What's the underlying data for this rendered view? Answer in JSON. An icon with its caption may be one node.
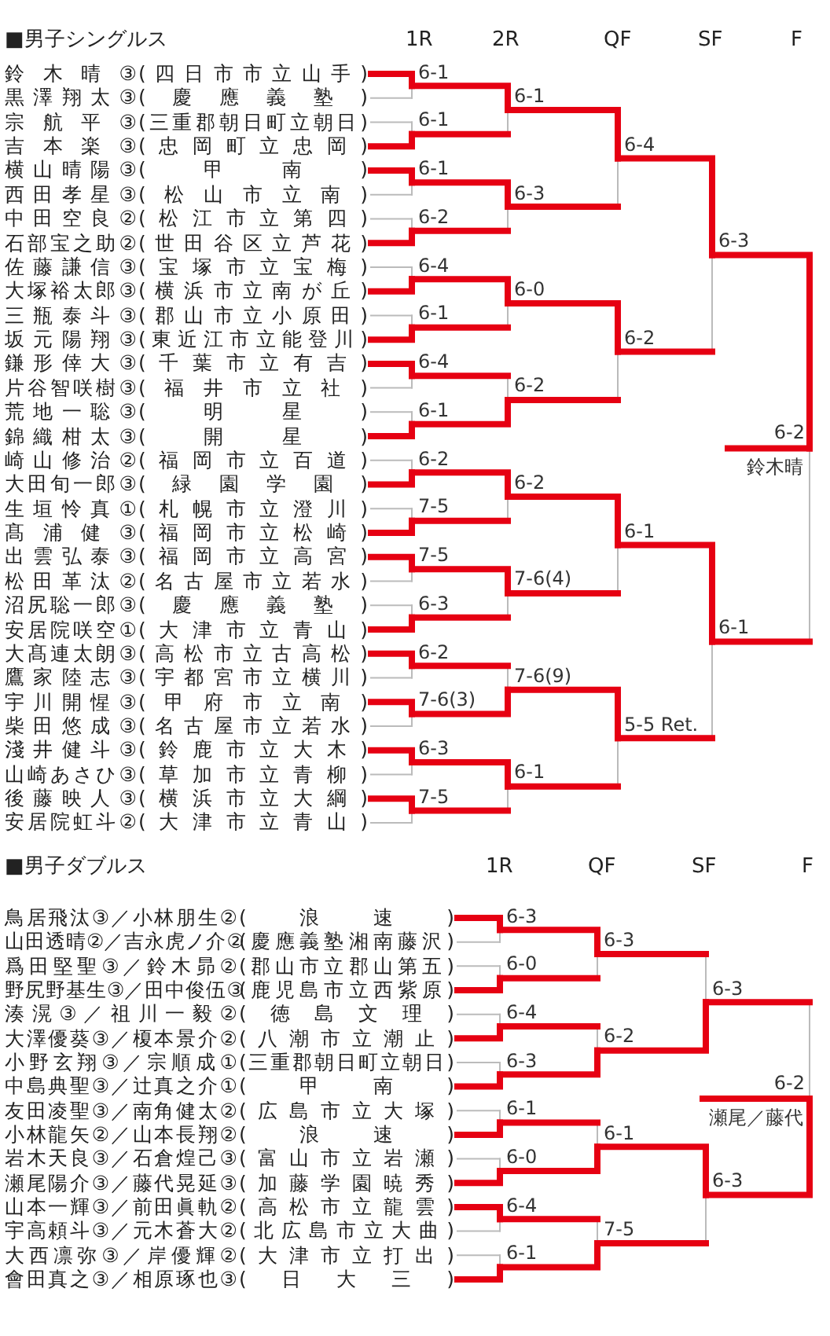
{
  "diagram": {
    "labels": [
      "■男子シングルス",
      "1R",
      "2R",
      "QF",
      "SF",
      "F",
      "鈴木晴③",
      "(四日市市立山手)",
      "黒澤翔太③",
      "(慶應義塾)",
      "宗航平③",
      "(三重郡朝日町立朝日)",
      "吉本楽③",
      "(忠岡町立忠岡)",
      "横山晴陽③",
      "(甲南)",
      "西田孝星③",
      "(松山市立南)",
      "中田空良②",
      "(松江市立第四)",
      "石部宝之助②",
      "(世田谷区立芦花)",
      "佐藤謙信③",
      "(宝塚市立宝梅)",
      "大塚裕太郎③",
      "(横浜市立南が丘)",
      "三瓶泰斗③",
      "(郡山市立小原田)",
      "坂元陽翔③",
      "(東近江市立能登川)",
      "鎌形倖大③",
      "(千葉市立有吉)",
      "片谷智咲樹③",
      "(福井市立社)",
      "荒地一聡③",
      "(明星)",
      "錦織柑太③",
      "(開星)",
      "崎山修治②",
      "(福岡市立百道)",
      "大田旬一郎③",
      "(緑園学園)",
      "生垣怜真①",
      "(札幌市立澄川)",
      "髙浦健③",
      "(福岡市立松崎)",
      "出雲弘泰③",
      "(福岡市立高宮)",
      "松田革汰②",
      "(名古屋市立若水)",
      "沼尻聡一郎③",
      "(慶應義塾)",
      "安居院咲空①",
      "(大津市立青山)",
      "大髙連太朗③",
      "(高松市立古高松)",
      "鷹家陸志③",
      "(宇都宮市立横川)",
      "宇川開惺③",
      "(甲府市立南)",
      "柴田悠成③",
      "(名古屋市立若水)",
      "淺井健斗③",
      "(鈴鹿市立大木)",
      "山崎あさひ③",
      "(草加市立青柳)",
      "後藤映人③",
      "(横浜市立大綱)",
      "安居院虹斗②",
      "(大津市立青山)",
      "6-1",
      "6-1",
      "6-1",
      "6-2",
      "6-4",
      "6-1",
      "6-4",
      "6-1",
      "6-2",
      "7-5",
      "7-5",
      "6-3",
      "6-2",
      "7-6(3)",
      "6-3",
      "7-5",
      "6-1",
      "6-3",
      "6-0",
      "6-2",
      "6-2",
      "7-6(4)",
      "7-6(9)",
      "6-1",
      "6-4",
      "6-2",
      "6-1",
      "5-5 Ret.",
      "6-3",
      "6-1",
      "6-2",
      "鈴木晴",
      "■男子ダブルス",
      "1R",
      "QF",
      "SF",
      "F",
      "鳥居飛汰③／小林朋生②",
      "(浪速)",
      "山田透晴②／吉永虎ノ介②",
      "(慶應義塾湘南藤沢)",
      "爲田堅聖③／鈴木昴②",
      "(郡山市立郡山第五)",
      "野尻野基生③／田中俊伍③",
      "(鹿児島市立西紫原)",
      "湊滉③／祖川一毅②",
      "(徳島文理)",
      "大澤優葵③／榎本景介②",
      "(八潮市立潮止)",
      "小野玄翔③／宗順成①",
      "(三重郡朝日町立朝日)",
      "中島典聖③／辻真之介①",
      "(甲南)",
      "友田凌聖③／南角健太②",
      "(広島市立大塚)",
      "小林龍矢②／山本長翔②",
      "(浪速)",
      "岩木天良③／石倉煌己③",
      "(富山市立岩瀬)",
      "瀬尾陽介③／藤代晃延③",
      "(加藤学園暁秀)",
      "山本一輝③／前田眞軌②",
      "(高松市立龍雲)",
      "宇高頼斗③／元木蒼大②",
      "(北広島市立大曲)",
      "大西凛弥③／岸優輝②",
      "(大津市立打出)",
      "會田真之③／相原琢也③",
      "(日大三)",
      "6-3",
      "6-0",
      "6-4",
      "6-3",
      "6-1",
      "6-0",
      "6-4",
      "6-1",
      "6-3",
      "6-2",
      "6-1",
      "7-5",
      "6-3",
      "6-3",
      "6-2",
      "瀬尾／藤代"
    ]
  }
}
